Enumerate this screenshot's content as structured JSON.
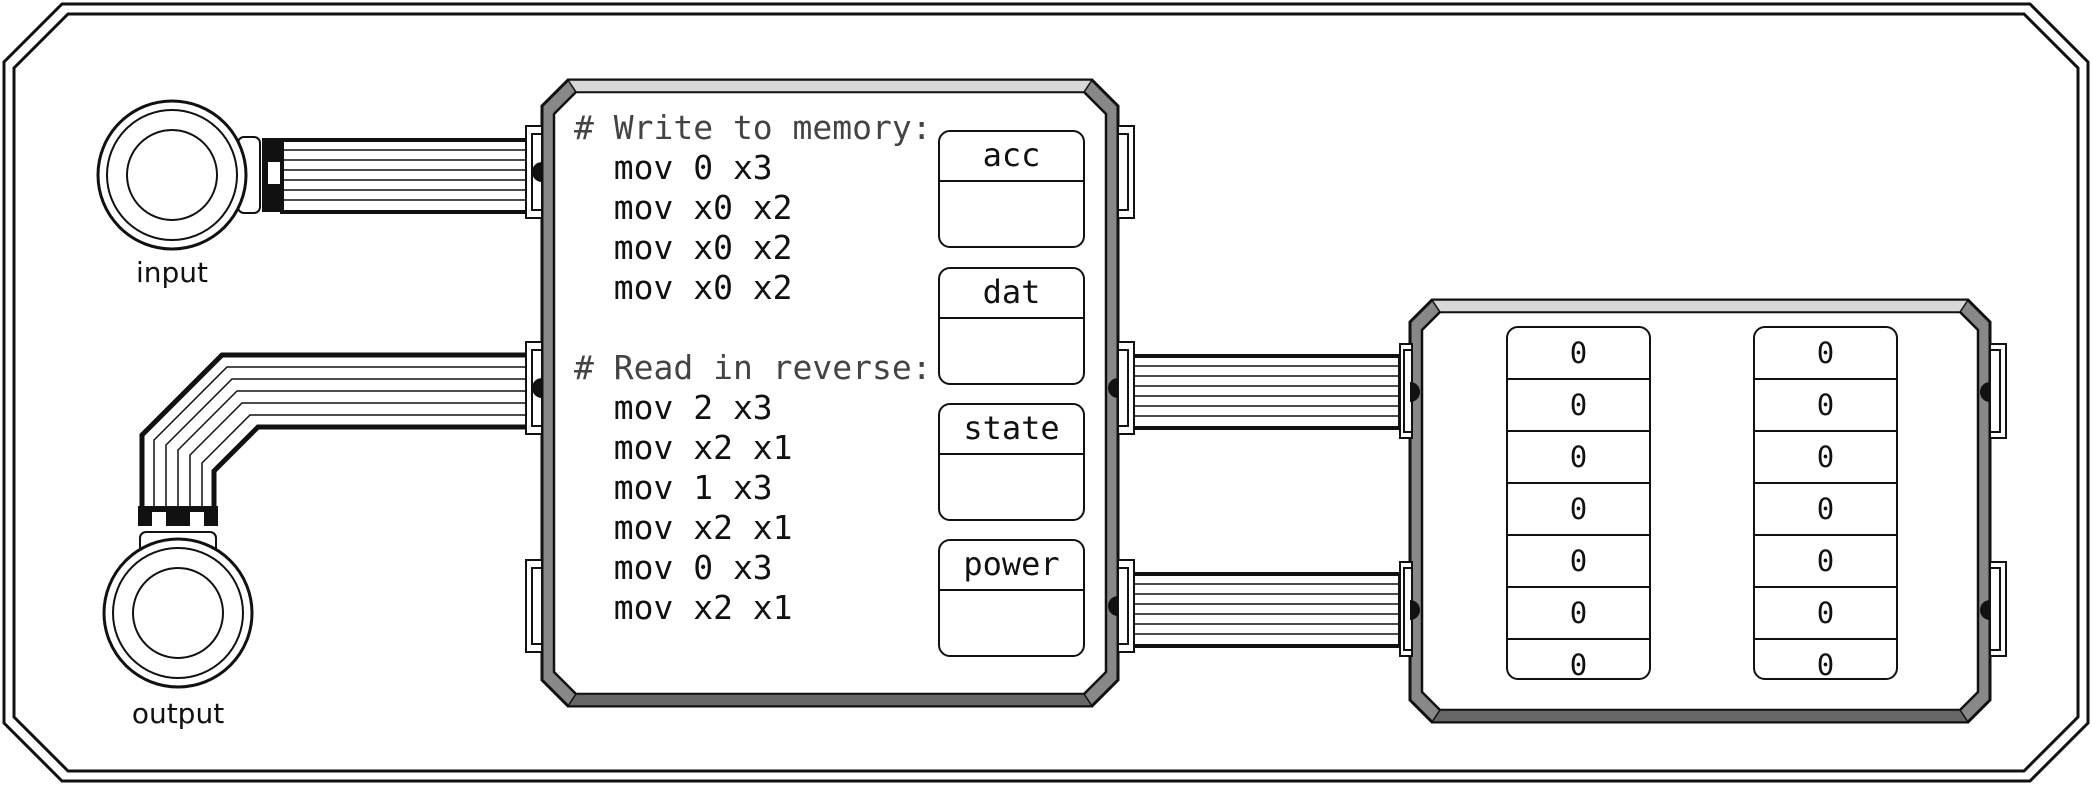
{
  "ports": {
    "input_label": "input",
    "output_label": "output"
  },
  "cpu": {
    "code": [
      {
        "text": "# Write to memory:",
        "kind": "comment"
      },
      {
        "text": "  mov 0 x3",
        "kind": "code"
      },
      {
        "text": "  mov x0 x2",
        "kind": "code"
      },
      {
        "text": "  mov x0 x2",
        "kind": "code"
      },
      {
        "text": "  mov x0 x2",
        "kind": "code"
      },
      {
        "text": "",
        "kind": "blank"
      },
      {
        "text": "# Read in reverse:",
        "kind": "comment"
      },
      {
        "text": "  mov 2 x3",
        "kind": "code"
      },
      {
        "text": "  mov x2 x1",
        "kind": "code"
      },
      {
        "text": "  mov 1 x3",
        "kind": "code"
      },
      {
        "text": "  mov x2 x1",
        "kind": "code"
      },
      {
        "text": "  mov 0 x3",
        "kind": "code"
      },
      {
        "text": "  mov x2 x1",
        "kind": "code"
      }
    ],
    "registers": [
      {
        "name": "acc",
        "value": ""
      },
      {
        "name": "dat",
        "value": ""
      },
      {
        "name": "state",
        "value": ""
      },
      {
        "name": "power",
        "value": ""
      }
    ]
  },
  "memory": {
    "columns": [
      [
        "0",
        "0",
        "0",
        "0",
        "0",
        "0",
        "0"
      ],
      [
        "0",
        "0",
        "0",
        "0",
        "0",
        "0",
        "0"
      ]
    ]
  }
}
